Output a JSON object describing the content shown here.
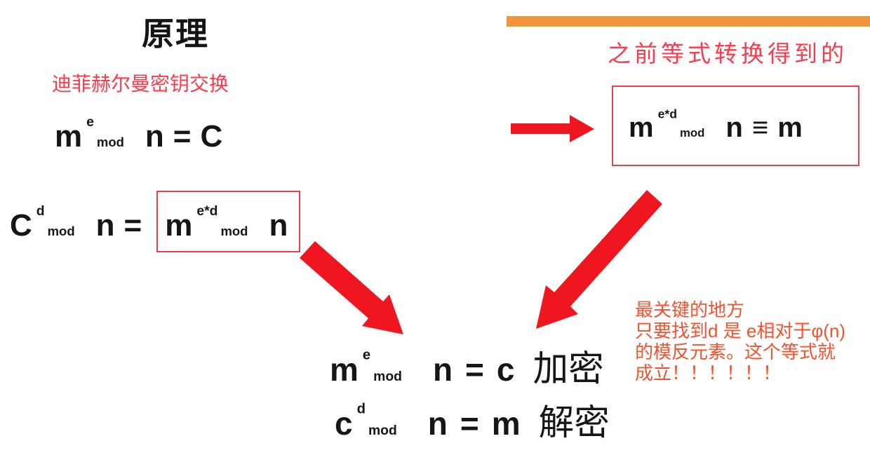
{
  "slide": {
    "title": "原理",
    "dh_label": "迪菲赫尔曼密钥交换",
    "derived_label": "之前等式转换得到的"
  },
  "formulas": {
    "dh1": {
      "base": "m",
      "sup": "e",
      "mod": "mod",
      "var": "n",
      "op": "=",
      "rhs": "C"
    },
    "dh2": {
      "base": "C",
      "sup": "d",
      "mod": "mod",
      "var": "n",
      "op": "="
    },
    "dh2_boxed": {
      "base": "m",
      "sup": "e*d",
      "mod": "mod",
      "var": "n"
    },
    "derived": {
      "base": "m",
      "sup": "e*d",
      "mod": "mod",
      "var": "n",
      "op": "≡",
      "rhs": "m"
    },
    "encrypt": {
      "base": "m",
      "sup": "e",
      "mod": "mod",
      "var": "n",
      "op": "=",
      "rhs": "c",
      "label": "加密"
    },
    "decrypt": {
      "base": "c",
      "sup": "d",
      "mod": "mod",
      "var": "n",
      "op": "=",
      "rhs": "m",
      "label": "解密"
    }
  },
  "note": {
    "lines": [
      "最关键的地方",
      "只要找到d 是 e相对于φ(n)",
      "的模反元素。这个等式就",
      "成立！！！！！！"
    ]
  },
  "colors": {
    "accent_red": "#FB3B4C",
    "note_red": "#F4512E",
    "arrow_red": "#EF161F",
    "box_border": "#E8414C",
    "orange_bar": "#F2953D",
    "text_black": "#161616"
  }
}
